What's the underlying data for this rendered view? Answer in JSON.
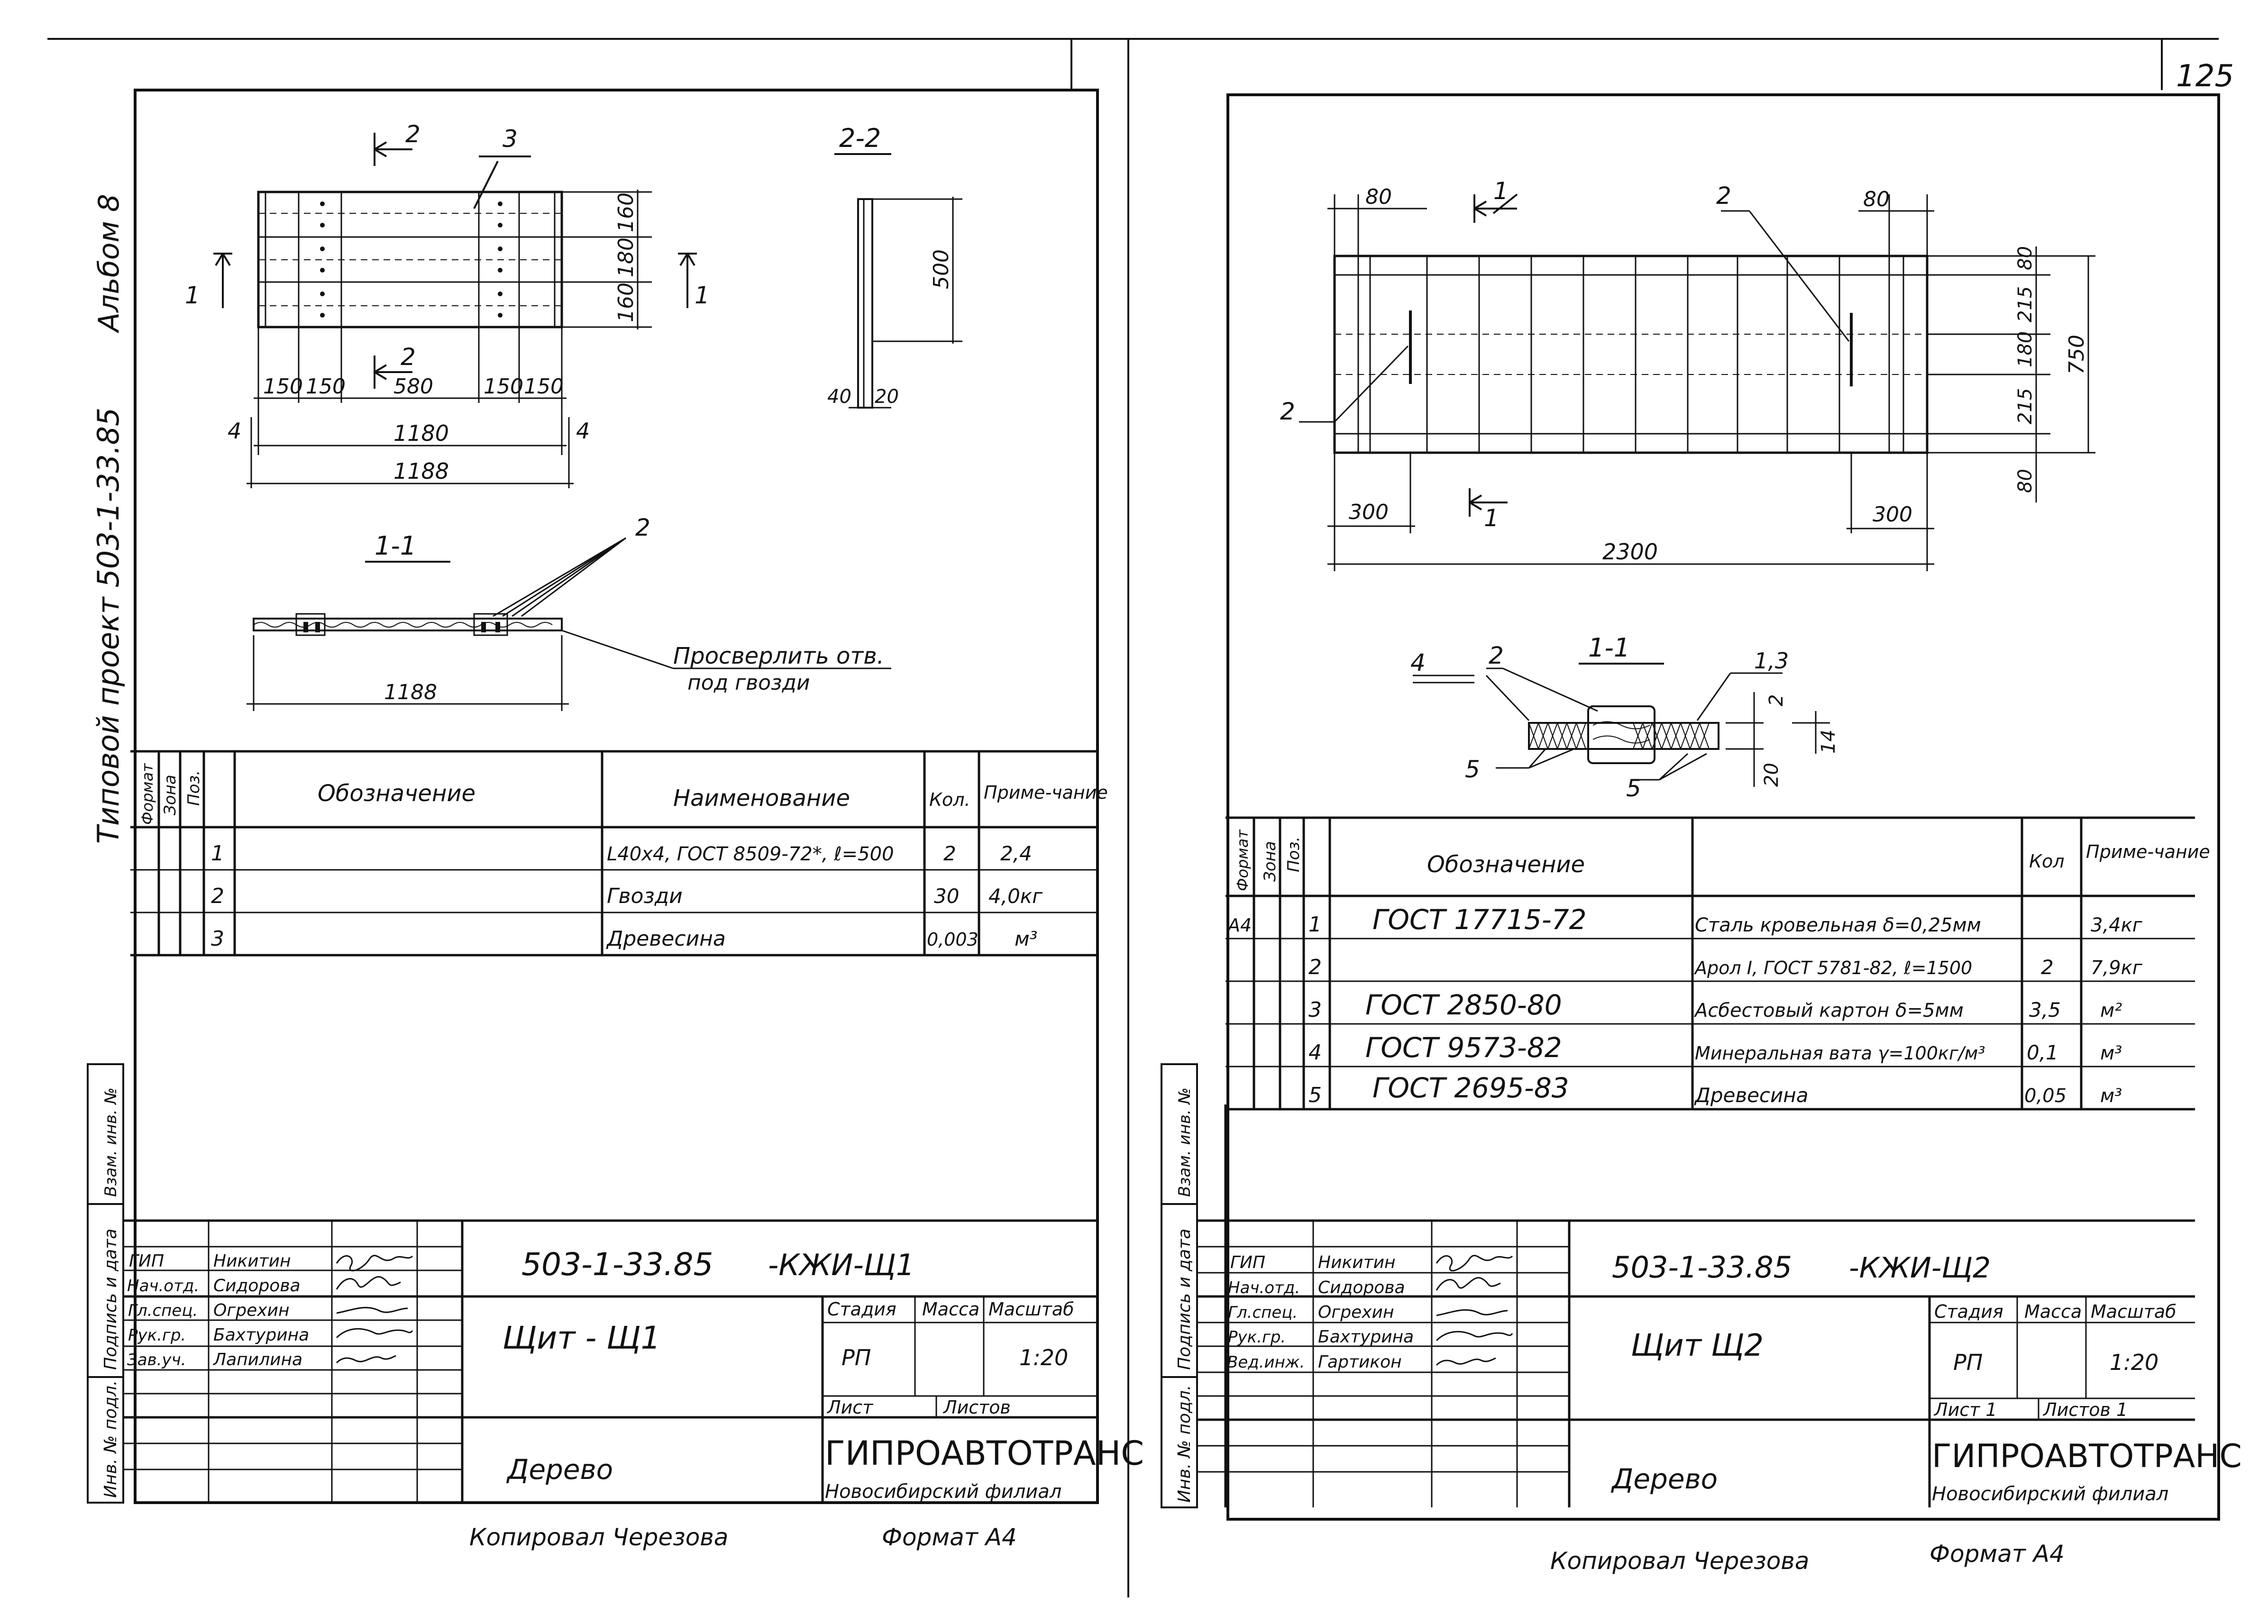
{
  "page_number": "125",
  "left_sheet": {
    "side_labels": {
      "album": "Альбом 8",
      "project": "Типовой проект 503-1-33.85"
    },
    "drawing": {
      "section_22_title": "2-2",
      "section_11_title": "1-1",
      "cut_label_1": "1",
      "cut_label_2": "2",
      "pos_label_2": "2",
      "pos_label_3": "3",
      "pos_label_4": "4",
      "drill_note_1": "Просверлить отв.",
      "drill_note_2": "под гвозди",
      "dims": {
        "rows": [
          "160",
          "180",
          "160"
        ],
        "bottom": [
          "150",
          "150",
          "580",
          "150",
          "150"
        ],
        "total_inner": "1180",
        "total_outer": "1188",
        "section_length": "1188",
        "height_500": "500",
        "t_40": "40",
        "t_20": "20"
      }
    },
    "spec": {
      "headers": {
        "format": "Формат",
        "zone": "Зона",
        "pos": "Поз.",
        "designation": "Обозначение",
        "name": "Наименование",
        "qty": "Кол.",
        "note": "Приме-чание"
      },
      "rows": [
        {
          "pos": "1",
          "designation": "",
          "name": "L40x4, ГОСТ 8509-72*, ℓ=500",
          "qty": "2",
          "note": "2,4"
        },
        {
          "pos": "2",
          "designation": "",
          "name": "Гвозди",
          "qty": "30",
          "note": "4,0кг"
        },
        {
          "pos": "3",
          "designation": "",
          "name": "Древесина",
          "qty": "0,003",
          "note": "м³"
        }
      ]
    },
    "side_stamp": [
      "Инв. № подл.",
      "Подпись и дата",
      "Взам. инв. №"
    ],
    "title_block": {
      "code": "503-1-33.85",
      "suffix": "-КЖИ-Щ1",
      "signatures": [
        {
          "role": "ГИП",
          "name": "Никитин"
        },
        {
          "role": "Нач.отд.",
          "name": "Сидорова"
        },
        {
          "role": "Гл.спец.",
          "name": "Огрехин"
        },
        {
          "role": "Рук.гр.",
          "name": "Бахтурина"
        },
        {
          "role": "Зав.уч.",
          "name": "Лапилина"
        }
      ],
      "sheet_title": "Щит - Щ1",
      "stage_label": "Стадия",
      "mass_label": "Масса",
      "scale_label": "Масштаб",
      "stage": "РП",
      "scale": "1:20",
      "sheet_label": "Лист",
      "sheets_label": "Листов",
      "material": "Дерево",
      "org": "ГИПРОАВТОТРАНС",
      "branch": "Новосибирский филиал"
    },
    "footer": {
      "copied": "Копировал Черезова",
      "format": "Формат А4"
    }
  },
  "right_sheet": {
    "drawing": {
      "section_11_title": "1-1",
      "cut_label_1": "1",
      "pos_2": "2",
      "pos_4": "4",
      "pos_5": "5",
      "pos_13": "1,3",
      "dims": {
        "top_80_left": "80",
        "top_80_right": "80",
        "right": [
          "80",
          "215",
          "180",
          "215",
          "80"
        ],
        "height_750": "750",
        "left_300": "300",
        "right_300": "300",
        "total": "2300",
        "s_2": "2",
        "s_14": "14",
        "s_20": "20"
      }
    },
    "spec": {
      "headers": {
        "format": "Формат",
        "zone": "Зона",
        "pos": "Поз.",
        "designation": "Обозначение",
        "name": "",
        "qty": "Кол",
        "note": "Приме-чание"
      },
      "rows": [
        {
          "format": "А4",
          "pos": "1",
          "designation": "ГОСТ 17715-72",
          "name": "Сталь кровельная δ=0,25мм",
          "qty": "",
          "note": "3,4кг"
        },
        {
          "format": "",
          "pos": "2",
          "designation": "",
          "name": "Арол I, ГОСТ 5781-82, ℓ=1500",
          "qty": "2",
          "note": "7,9кг"
        },
        {
          "format": "",
          "pos": "3",
          "designation": "ГОСТ 2850-80",
          "name": "Асбестовый картон δ=5мм",
          "qty": "3,5",
          "note": "м²"
        },
        {
          "format": "",
          "pos": "4",
          "designation": "ГОСТ 9573-82",
          "name": "Минеральная вата γ=100кг/м³",
          "qty": "0,1",
          "note": "м³"
        },
        {
          "format": "",
          "pos": "5",
          "designation": "ГОСТ 2695-83",
          "name": "Древесина",
          "qty": "0,05",
          "note": "м³"
        }
      ]
    },
    "side_stamp": [
      "Инв. № подл.",
      "Подпись и дата",
      "Взам. инв. №"
    ],
    "title_block": {
      "code": "503-1-33.85",
      "suffix": "-КЖИ-Щ2",
      "signatures": [
        {
          "role": "ГИП",
          "name": "Никитин"
        },
        {
          "role": "Нач.отд.",
          "name": "Сидорова"
        },
        {
          "role": "Гл.спец.",
          "name": "Огрехин"
        },
        {
          "role": "Рук.гр.",
          "name": "Бахтурина"
        },
        {
          "role": "Вед.инж.",
          "name": "Гартикон"
        }
      ],
      "sheet_title": "Щит Щ2",
      "stage_label": "Стадия",
      "mass_label": "Масса",
      "scale_label": "Масштаб",
      "stage": "РП",
      "scale": "1:20",
      "sheet_label": "Лист 1",
      "sheets_label": "Листов 1",
      "material": "Дерево",
      "org": "ГИПРОАВТОТРАНС",
      "branch": "Новосибирский филиал"
    },
    "footer": {
      "copied": "Копировал Черезова",
      "format": "Формат А4"
    }
  }
}
